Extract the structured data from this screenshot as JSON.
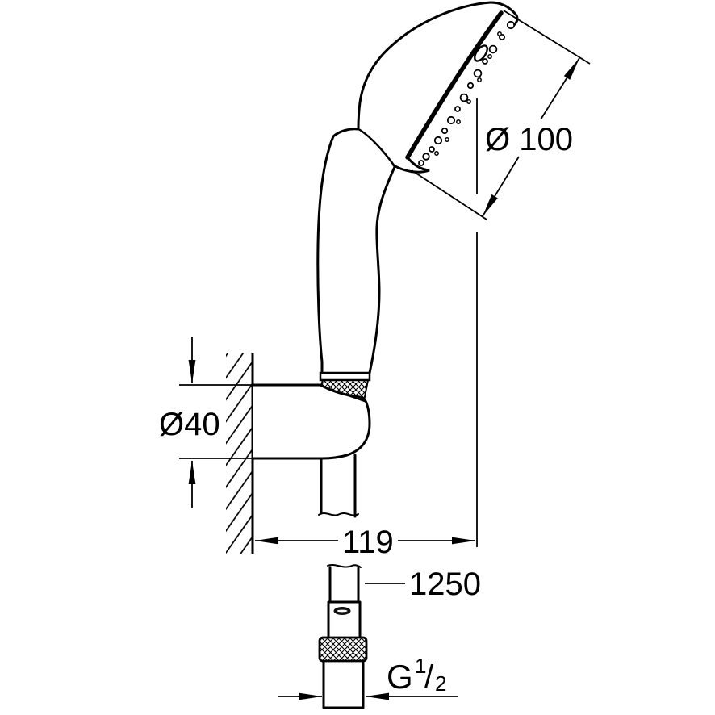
{
  "diagram": {
    "type": "technical-dimensional-drawing",
    "background": "#ffffff",
    "line_color": "#000000",
    "parts": [
      "shower-head",
      "handle",
      "wall-holder",
      "shower-hose",
      "hose-fitting",
      "knurled-nut",
      "thread-pipe"
    ],
    "dimensions": {
      "head_diameter": {
        "label": "Ø 100"
      },
      "holder_diameter": {
        "label": "Ø40"
      },
      "wall_distance": {
        "label": "119"
      },
      "hose_length": {
        "label": "1250"
      },
      "thread_size": {
        "g": "G",
        "numerator": "1",
        "slash": "/",
        "denominator": "2"
      }
    }
  }
}
